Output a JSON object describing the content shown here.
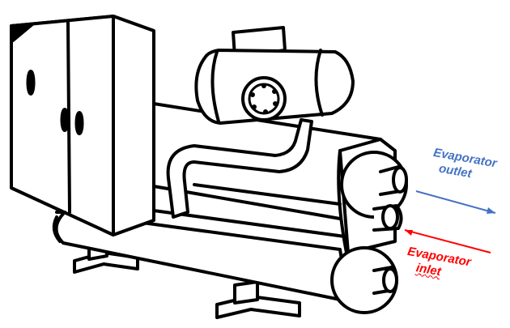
{
  "diagram": {
    "subject": "water-cooled chiller unit line drawing",
    "labels": {
      "outlet_line1": "Evaporator",
      "outlet_line2": "outlet",
      "inlet_line1": "Evaporator",
      "inlet_line2": "inlet"
    },
    "colors": {
      "outlet": "#4472c4",
      "inlet": "#ff0000",
      "stroke": "#000000",
      "fill": "#ffffff"
    }
  }
}
